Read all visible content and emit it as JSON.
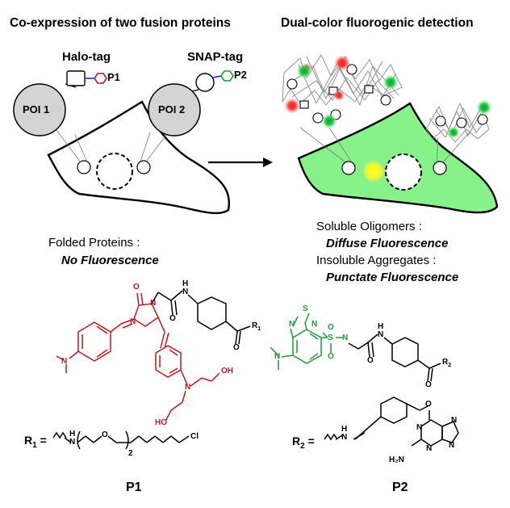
{
  "left_panel": {
    "heading": "Co-expression of two fusion proteins",
    "halo_tag": "Halo-tag",
    "snap_tag": "SNAP-tag",
    "p1_label": "P1",
    "p2_label": "P2",
    "poi1": "POI 1",
    "poi2": "POI 2",
    "state_label": "Folded Proteins :",
    "state_result": "No Fluorescence"
  },
  "right_panel": {
    "heading": "Dual-color fluorogenic detection",
    "line1": "Soluble Oligomers :",
    "line1_result": "Diffuse Fluorescence",
    "line2": "Insoluble Aggregates :",
    "line2_result": "Punctate Fluorescence"
  },
  "structure_p1": {
    "name": "P1",
    "r_group": "R",
    "r_sub": "1",
    "oh": "OH",
    "ho": "HO",
    "n": "N",
    "o": "O",
    "h": "H",
    "n_h": "N",
    "r1_def": "R",
    "r1_def_sub": "1",
    "equals": "=",
    "cl": "Cl",
    "n_sub": "2"
  },
  "structure_p2": {
    "name": "P2",
    "r_group": "R",
    "r_sub": "2",
    "s": "S",
    "so2": "S",
    "r2_def": "R",
    "r2_def_sub": "2",
    "equals": "=",
    "h2n": "H₂N",
    "nh": "N"
  },
  "colors": {
    "cell_fill": "#87f289",
    "spot": "#ffff22",
    "red_dye": "#c0171b",
    "green_dye": "#1f9a35",
    "poi_fill": "#d4d4d4"
  }
}
